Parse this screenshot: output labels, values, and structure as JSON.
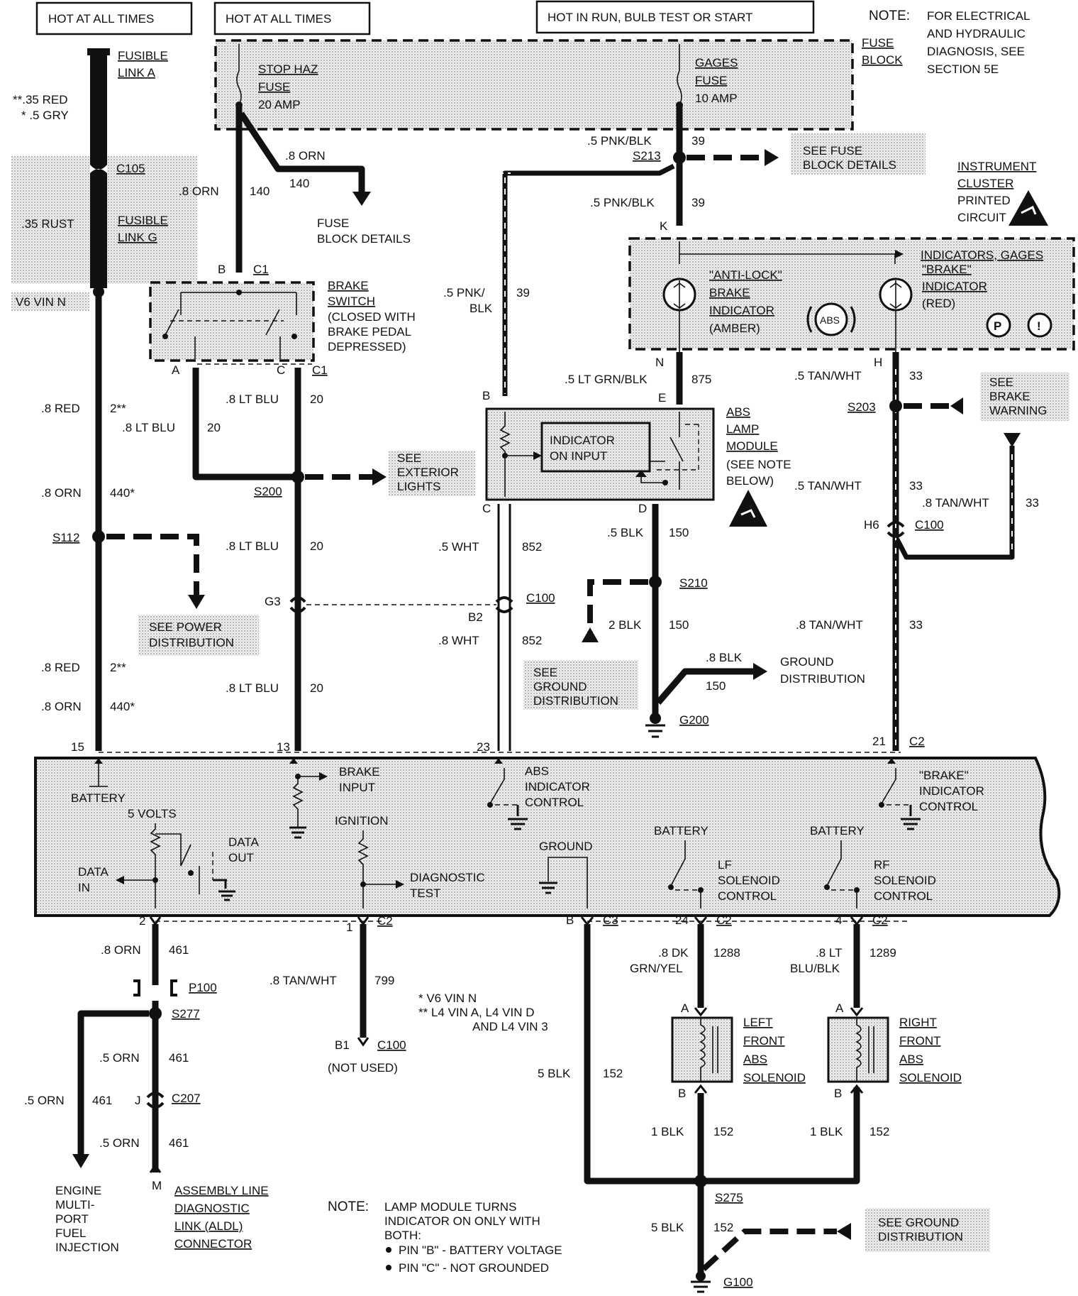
{
  "supplies": {
    "hot_a": "HOT AT ALL TIMES",
    "hot_b": "HOT AT ALL TIMES",
    "hot_run": "HOT IN RUN, BULB TEST OR START"
  },
  "note_top": {
    "head": "NOTE:",
    "l1": "FOR ELECTRICAL",
    "l2": "AND HYDRAULIC",
    "l3": "DIAGNOSIS, SEE",
    "l4": "SECTION 5E"
  },
  "fuse_block": {
    "l1": "FUSE",
    "l2": "BLOCK",
    "stop_l1": "STOP HAZ",
    "stop_l2": "FUSE",
    "stop_l3": "20 AMP",
    "gages_l1": "GAGES",
    "gages_l2": "FUSE",
    "gages_l3": "10 AMP",
    "details_l1": "FUSE",
    "details_l2": "BLOCK DETAILS",
    "see_l1": "SEE FUSE",
    "see_l2": "BLOCK DETAILS"
  },
  "left": {
    "fusible_a_l1": "FUSIBLE",
    "fusible_a_l2": "LINK A",
    "w35red": "**.35 RED",
    "w5gry": "* .5 GRY",
    "c105": "C105",
    "rust": ".35 RUST",
    "fusible_g_l1": "FUSIBLE",
    "fusible_g_l2": "LINK G",
    "v6": "V6 VIN N",
    "red1": ".8 RED",
    "red1_num": "2**",
    "orn1": ".8 ORN",
    "orn1_num": "440*",
    "s112": "S112",
    "see_pwr_l1": "SEE POWER",
    "see_pwr_l2": "DISTRIBUTION",
    "red2": ".8 RED",
    "red2_num": "2**",
    "orn2": ".8 ORN",
    "orn2_num": "440*",
    "pin15": "15"
  },
  "brake": {
    "orn_a": ".8 ORN",
    "orn_a_num": "140",
    "orn_b": ".8 ORN",
    "orn_b_num": "140",
    "b": "B",
    "c1": "C1",
    "sw_l1": "BRAKE",
    "sw_l2": "SWITCH",
    "sw_l3": "(CLOSED WITH",
    "sw_l4": "BRAKE PEDAL",
    "sw_l5": "DEPRESSED)",
    "a": "A",
    "c": "C",
    "c1b": "C1",
    "ltblu1": ".8 LT BLU",
    "ltblu1_num": "20",
    "ltblu2": ".8 LT BLU",
    "ltblu2_num": "20",
    "s200": "S200",
    "see_ext_l1": "SEE",
    "see_ext_l2": "EXTERIOR",
    "see_ext_l3": "LIGHTS",
    "ltblu3": ".8 LT BLU",
    "ltblu3_num": "20",
    "g3": "G3",
    "ltblu4": ".8 LT BLU",
    "ltblu4_num": "20",
    "pin13": "13"
  },
  "center": {
    "pnk1": ".5 PNK/BLK",
    "pnk1_num": "39",
    "s213": "S213",
    "pnk2": ".5 PNK/BLK",
    "pnk2_num": "39",
    "k": "K",
    "pnk3_l1": ".5 PNK/",
    "pnk3_l2": "BLK",
    "pnk3_num": "39",
    "b": "B",
    "ltgrn": ".5 LT GRN/BLK",
    "ltgrn_num": "875",
    "e": "E",
    "ind_l1": "INDICATOR",
    "ind_l2": "ON INPUT",
    "abs_l1": "ABS",
    "abs_l2": "LAMP",
    "abs_l3": "MODULE",
    "abs_l4": "(SEE NOTE",
    "abs_l5": "BELOW)",
    "c": "C",
    "d": "D",
    "wht1": ".5 WHT",
    "wht1_num": "852",
    "blk1": ".5 BLK",
    "blk1_num": "150",
    "s210": "S210",
    "c100": "C100",
    "b2": "B2",
    "wht2": ".8 WHT",
    "wht2_num": "852",
    "blk2": "2 BLK",
    "blk2_num": "150",
    "see_gnd_l1": "SEE",
    "see_gnd_l2": "GROUND",
    "see_gnd_l3": "DISTRIBUTION",
    "blk3": ".8 BLK",
    "blk3_num": "150",
    "gnd_l1": "GROUND",
    "gnd_l2": "DISTRIBUTION",
    "g200": "G200",
    "pin23": "23"
  },
  "cluster": {
    "l1": "INSTRUMENT",
    "l2": "CLUSTER",
    "l3": "PRINTED",
    "l4": "CIRCUIT",
    "ind_gages": "INDICATORS, GAGES",
    "antilock_l1": "\"ANTI-LOCK\"",
    "antilock_l2": "BRAKE",
    "antilock_l3": "INDICATOR",
    "antilock_l4": "(AMBER)",
    "brake_l1": "\"BRAKE\"",
    "brake_l2": "INDICATOR",
    "brake_l3": "(RED)",
    "abs_symbol": "ABS",
    "p_symbol": "P",
    "i_symbol": "!",
    "n": "N",
    "h": "H"
  },
  "right": {
    "tan1": ".5 TAN/WHT",
    "tan1_num": "33",
    "s203": "S203",
    "see_bw_l1": "SEE",
    "see_bw_l2": "BRAKE",
    "see_bw_l3": "WARNING",
    "tan2": ".5 TAN/WHT",
    "tan2_num": "33",
    "tan3": ".8 TAN/WHT",
    "tan3_num": "33",
    "h6": "H6",
    "c100": "C100",
    "tan4": ".8 TAN/WHT",
    "tan4_num": "33",
    "pin21": "21",
    "c2": "C2"
  },
  "ebcm": {
    "battery": "BATTERY",
    "five_volts": "5 VOLTS",
    "data_out_l1": "DATA",
    "data_out_l2": "OUT",
    "data_in_l1": "DATA",
    "data_in_l2": "IN",
    "brake_input_l1": "BRAKE",
    "brake_input_l2": "INPUT",
    "ignition": "IGNITION",
    "diag_l1": "DIAGNOSTIC",
    "diag_l2": "TEST",
    "abs_ctrl_l1": "ABS",
    "abs_ctrl_l2": "INDICATOR",
    "abs_ctrl_l3": "CONTROL",
    "ground": "GROUND",
    "battery_lf": "BATTERY",
    "lf_l1": "LF",
    "lf_l2": "SOLENOID",
    "lf_l3": "CONTROL",
    "battery_rf": "BATTERY",
    "rf_l1": "RF",
    "rf_l2": "SOLENOID",
    "rf_l3": "CONTROL",
    "brake_ctrl_l1": "\"BRAKE\"",
    "brake_ctrl_l2": "INDICATOR",
    "brake_ctrl_l3": "CONTROL"
  },
  "bottom": {
    "pin2": "2",
    "orn1": ".8 ORN",
    "orn1_num": "461",
    "p100": "P100",
    "s277": "S277",
    "orn2": ".5 ORN",
    "orn2_num": "461",
    "orn3": ".5 ORN",
    "orn3_num": "461",
    "j": "J",
    "c207": "C207",
    "orn4": ".5 ORN",
    "orn4_num": "461",
    "m": "M",
    "efi_l1": "ENGINE",
    "efi_l2": "MULTI-",
    "efi_l3": "PORT",
    "efi_l4": "FUEL",
    "efi_l5": "INJECTION",
    "aldl_l1": "ASSEMBLY LINE",
    "aldl_l2": "DIAGNOSTIC",
    "aldl_l3": "LINK (ALDL)",
    "aldl_l4": "CONNECTOR",
    "pin1": "1",
    "c2": "C2",
    "tan": ".8 TAN/WHT",
    "tan_num": "799",
    "b1": "B1",
    "c100": "C100",
    "not_used": "(NOT USED)",
    "fn1": "* V6 VIN N",
    "fn2": "** L4 VIN A, L4 VIN D",
    "fn3": "AND L4 VIN 3",
    "pinb": "B",
    "c3": "C3",
    "blk5": "5 BLK",
    "blk5_num": "152",
    "pin24": "24",
    "c2b": "C2",
    "dkgrn_l1": ".8 DK",
    "dkgrn_l2": "GRN/YEL",
    "dkgrn_num": "1288",
    "pin4": "4",
    "c2c": "C2",
    "ltblu_l1": ".8 LT",
    "ltblu_l2": "BLU/BLK",
    "ltblu_num": "1289",
    "a1": "A",
    "a2": "A",
    "lf_l1": "LEFT",
    "lf_l2": "FRONT",
    "lf_l3": "ABS",
    "lf_l4": "SOLENOID",
    "rf_l1": "RIGHT",
    "rf_l2": "FRONT",
    "rf_l3": "ABS",
    "rf_l4": "SOLENOID",
    "b1s": "B",
    "b2s": "B",
    "blk1": "1 BLK",
    "blk1_num": "152",
    "blk2": "1 BLK",
    "blk2_num": "152",
    "s275": "S275",
    "blk6": "5 BLK",
    "blk6_num": "152",
    "see_gnd_l1": "SEE GROUND",
    "see_gnd_l2": "DISTRIBUTION",
    "g100": "G100",
    "note_head": "NOTE:",
    "note_l1": "LAMP MODULE TURNS",
    "note_l2": "INDICATOR ON ONLY WITH",
    "note_l3": "BOTH:",
    "note_l4": "PIN \"B\" - BATTERY VOLTAGE",
    "note_l5": "PIN \"C\" - NOT GROUNDED"
  }
}
